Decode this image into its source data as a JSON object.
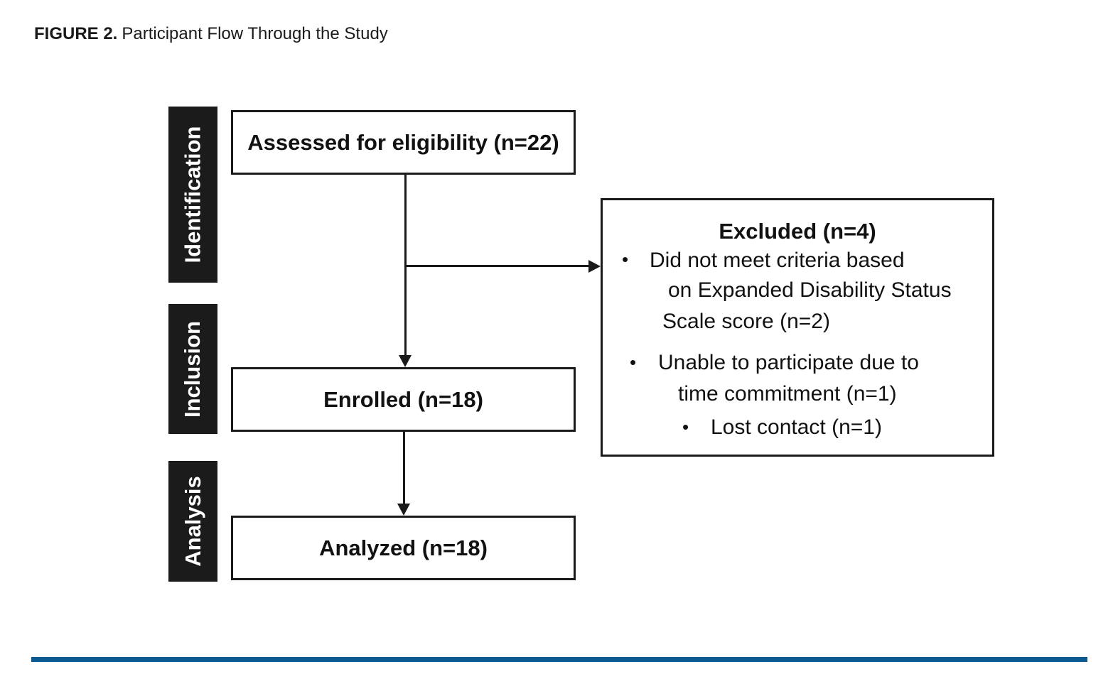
{
  "caption": {
    "label": "FIGURE 2.",
    "title": "Participant Flow Through the Study"
  },
  "stages": {
    "identification": "Identification",
    "inclusion": "Inclusion",
    "analysis": "Analysis"
  },
  "boxes": {
    "assessed": "Assessed for eligibility (n=22)",
    "enrolled": "Enrolled (n=18)",
    "analyzed": "Analyzed (n=18)"
  },
  "excluded": {
    "title": "Excluded (n=4)",
    "reason_1_line_1": "Did not meet criteria based",
    "reason_1_line_2": "on Expanded Disability Status",
    "reason_1_line_3": "Scale score (n=2)",
    "reason_2_line_1": "Unable to participate due to",
    "reason_2_line_2": "time commitment (n=1)",
    "reason_3": "Lost contact (n=1)",
    "bullet_glyph": "•"
  },
  "colors": {
    "stage_bar": "#1b1b1b",
    "box_border": "#1a1a1a",
    "rule": "#0b5a92"
  }
}
